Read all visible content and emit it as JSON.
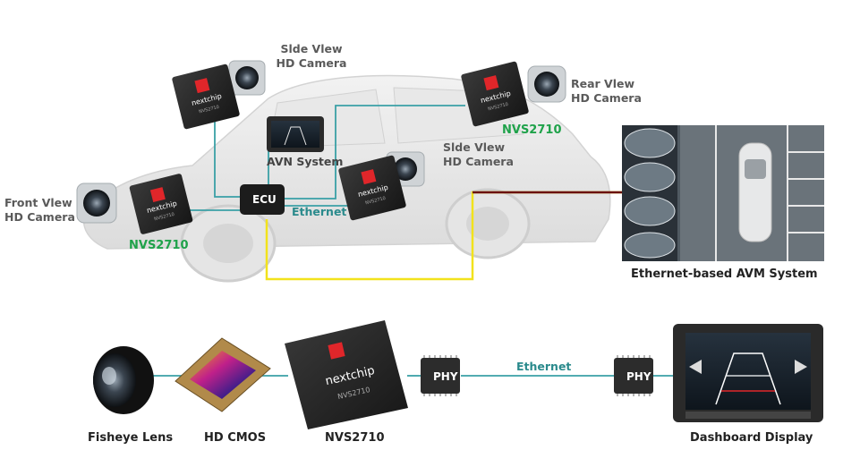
{
  "labels": {
    "side_view_top_line1": "Slde Vlew",
    "side_view_top_line2": "HD Camera",
    "rear_view_line1": "Rear Vlew",
    "rear_view_line2": "HD Camera",
    "side_view_mid_line1": "Slde Vlew",
    "side_view_mid_line2": "HD Camera",
    "front_view_line1": "Front Vlew",
    "front_view_line2": "HD Camera",
    "avn_system": "AVN System",
    "ecu": "ECU",
    "ethernet_top": "Ethernet",
    "nvs_left": "NVS2710",
    "nvs_right": "NVS2710",
    "avm_caption": "Ethernet-based AVM System",
    "fisheye": "Fisheye Lens",
    "hd_cmos": "HD CMOS",
    "nvs_bottom": "NVS2710",
    "phy_left": "PHY",
    "phy_right": "PHY",
    "ethernet_bottom": "Ethernet",
    "dashboard": "Dashboard Display"
  },
  "chip": {
    "brand": "nextchip",
    "model": "NVS2710"
  },
  "colors": {
    "teal_line": "#3aa0a6",
    "yellow_line": "#f2e21c",
    "dark_red_line": "#6b1010",
    "green_label": "#1fa24a",
    "chip_body": "#2b2b2b",
    "logo_red": "#e0262a"
  }
}
